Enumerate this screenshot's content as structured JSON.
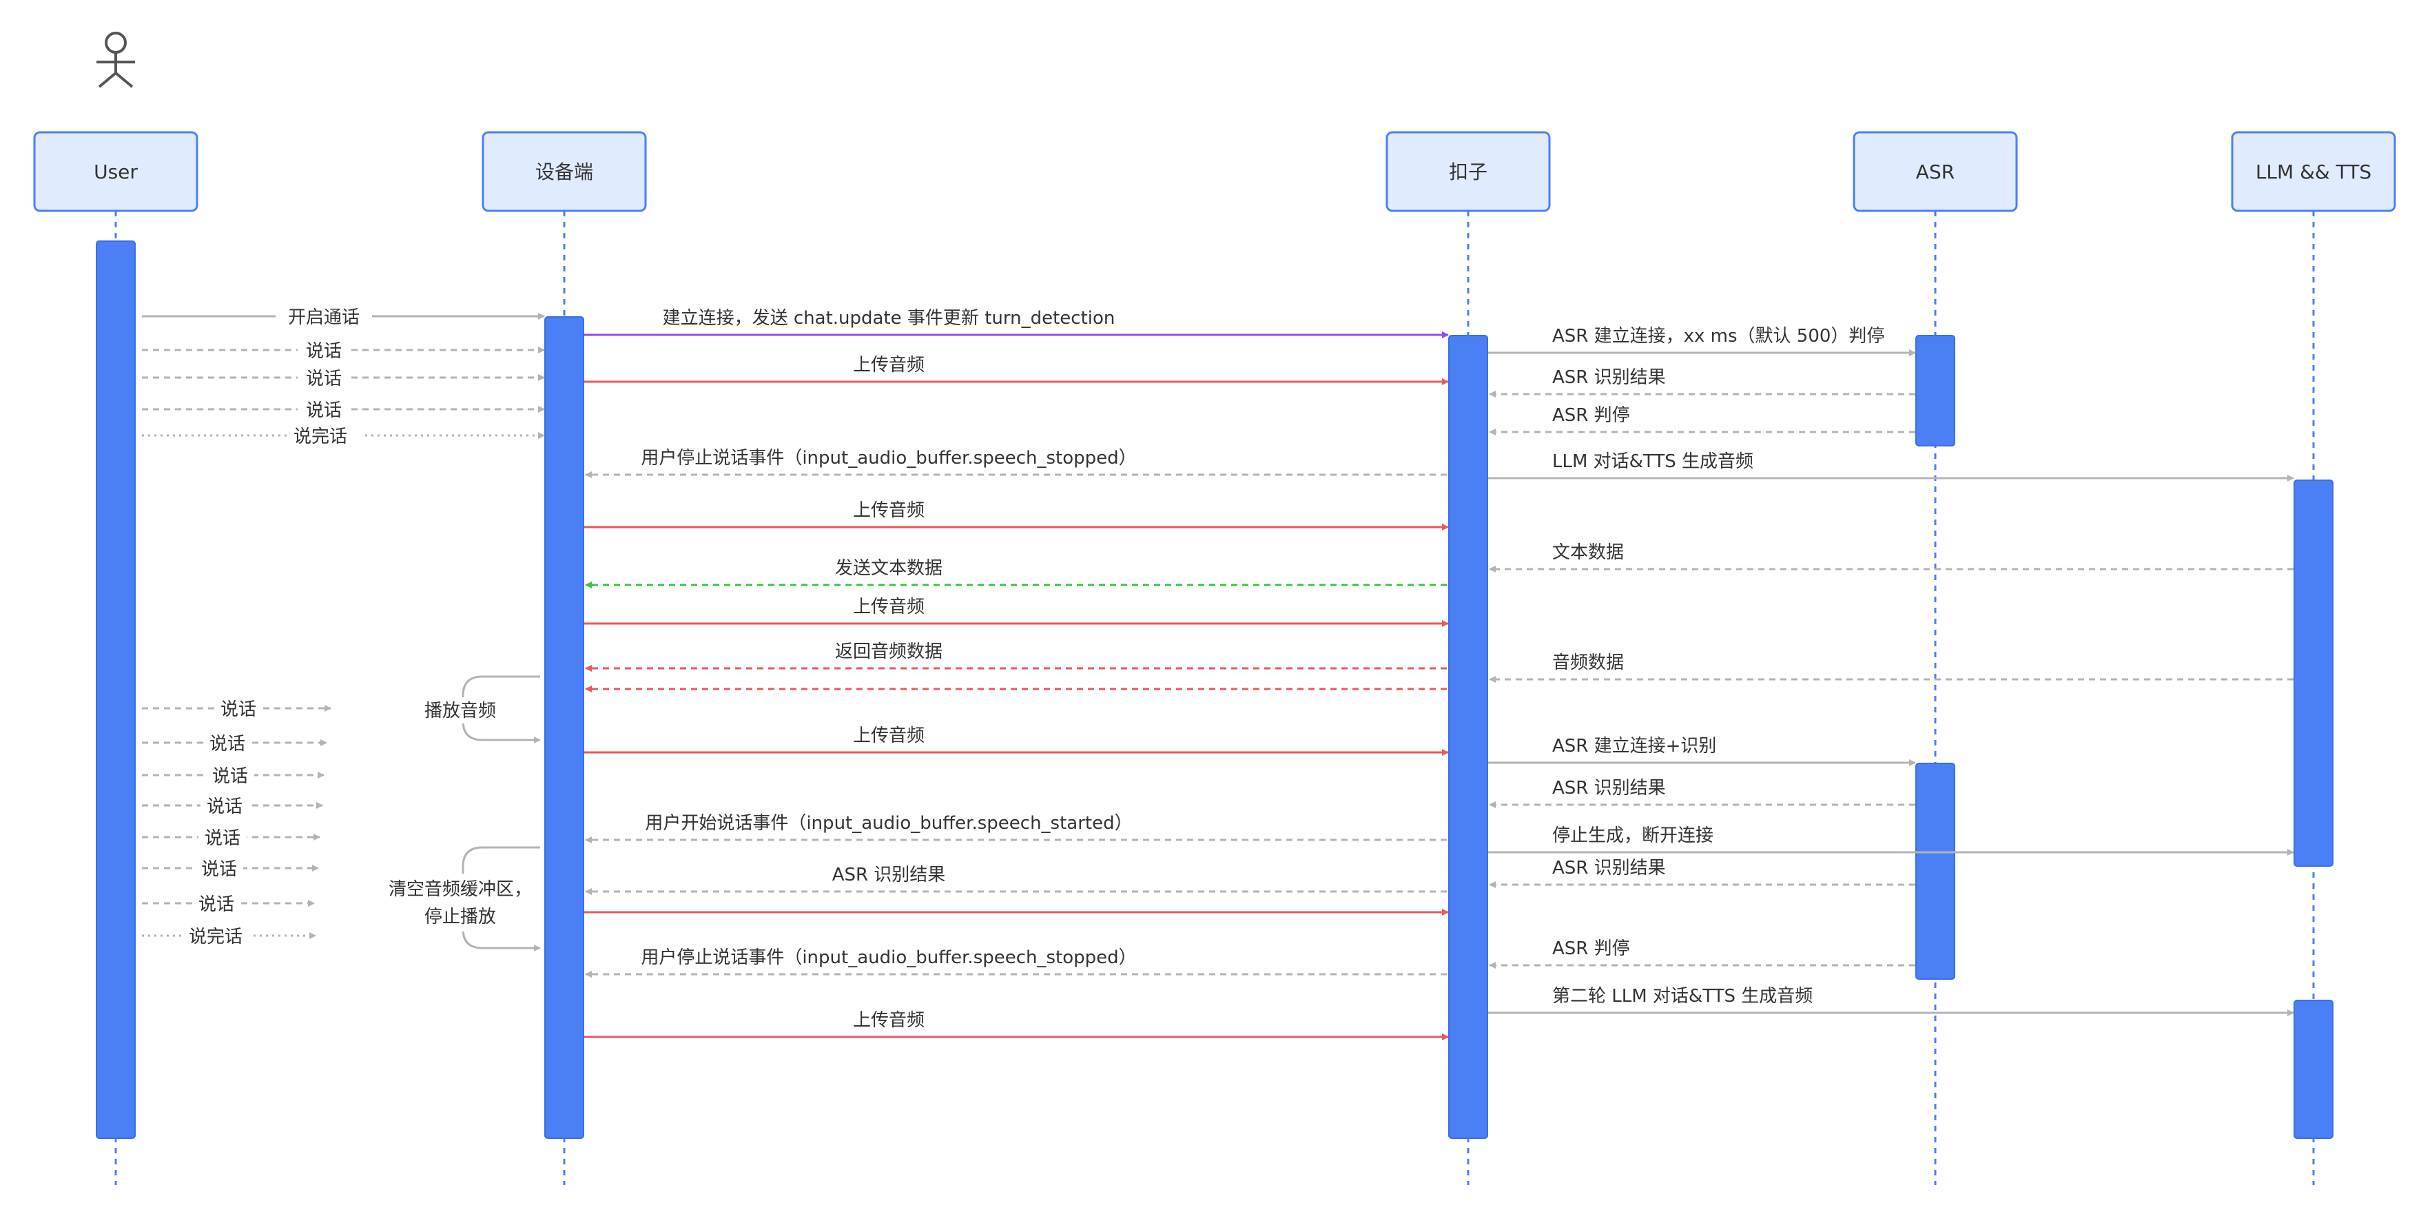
{
  "participants": [
    {
      "key": "user",
      "label": "User"
    },
    {
      "key": "device",
      "label": "设备端"
    },
    {
      "key": "kouzi",
      "label": "扣子"
    },
    {
      "key": "asr",
      "label": "ASR"
    },
    {
      "key": "llm",
      "label": "LLM && TTS"
    }
  ],
  "colors": {
    "box_fill": "#E1EBFE",
    "box_stroke": "#4A7FF6",
    "activation": "#4A7FF6",
    "lifeline": "#4A7FF6",
    "gray": "#B3B3B3",
    "red": "#E8585D",
    "purple": "#8E4CEB",
    "green": "#3CC43C",
    "text": "#333333"
  },
  "messages": [
    {
      "from": "user",
      "to": "device",
      "label": "开启通话",
      "style": "solid",
      "color": "gray"
    },
    {
      "from": "user",
      "to": "device",
      "label": "说话",
      "style": "dashed",
      "color": "gray"
    },
    {
      "from": "user",
      "to": "device",
      "label": "说话",
      "style": "dashed",
      "color": "gray"
    },
    {
      "from": "user",
      "to": "device",
      "label": "说话",
      "style": "dashed",
      "color": "gray"
    },
    {
      "from": "user",
      "to": "device",
      "label": "说完话",
      "style": "dotted",
      "color": "gray"
    },
    {
      "from": "device",
      "to": "kouzi",
      "label": "建立连接，发送 chat.update 事件更新 turn_detection",
      "style": "solid",
      "color": "purple"
    },
    {
      "from": "device",
      "to": "kouzi",
      "label": "上传音频",
      "style": "solid",
      "color": "red"
    },
    {
      "from": "kouzi",
      "to": "device",
      "label": "用户停止说话事件（input_audio_buffer.speech_stopped）",
      "style": "dashed",
      "color": "gray"
    },
    {
      "from": "device",
      "to": "kouzi",
      "label": "上传音频",
      "style": "solid",
      "color": "red"
    },
    {
      "from": "kouzi",
      "to": "device",
      "label": "发送文本数据",
      "style": "dashed",
      "color": "green"
    },
    {
      "from": "device",
      "to": "kouzi",
      "label": "上传音频",
      "style": "solid",
      "color": "red"
    },
    {
      "from": "kouzi",
      "to": "device",
      "label": "返回音频数据",
      "style": "dashed",
      "color": "red"
    },
    {
      "from": "kouzi",
      "to": "device",
      "label": "",
      "style": "dashed",
      "color": "red"
    },
    {
      "from": "device",
      "to": "kouzi",
      "label": "上传音频",
      "style": "solid",
      "color": "red"
    },
    {
      "from": "kouzi",
      "to": "device",
      "label": "用户开始说话事件（input_audio_buffer.speech_started）",
      "style": "dashed",
      "color": "gray"
    },
    {
      "from": "kouzi",
      "to": "device",
      "label": "ASR 识别结果",
      "style": "dashed",
      "color": "gray"
    },
    {
      "from": "device",
      "to": "kouzi",
      "label": "",
      "style": "solid",
      "color": "red"
    },
    {
      "from": "kouzi",
      "to": "device",
      "label": "用户停止说话事件（input_audio_buffer.speech_stopped）",
      "style": "dashed",
      "color": "gray"
    },
    {
      "from": "device",
      "to": "kouzi",
      "label": "上传音频",
      "style": "solid",
      "color": "red"
    },
    {
      "from": "kouzi",
      "to": "asr",
      "label": "ASR 建立连接，xx ms（默认 500）判停",
      "style": "solid",
      "color": "gray"
    },
    {
      "from": "asr",
      "to": "kouzi",
      "label": "ASR 识别结果",
      "style": "dashed",
      "color": "gray"
    },
    {
      "from": "asr",
      "to": "kouzi",
      "label": "ASR 判停",
      "style": "dashed",
      "color": "gray"
    },
    {
      "from": "kouzi",
      "to": "llm",
      "label": "LLM 对话&TTS 生成音频",
      "style": "solid",
      "color": "gray"
    },
    {
      "from": "llm",
      "to": "kouzi",
      "label": "文本数据",
      "style": "dashed",
      "color": "gray"
    },
    {
      "from": "llm",
      "to": "kouzi",
      "label": "音频数据",
      "style": "dashed",
      "color": "gray"
    },
    {
      "from": "kouzi",
      "to": "asr",
      "label": "ASR 建立连接+识别",
      "style": "solid",
      "color": "gray"
    },
    {
      "from": "asr",
      "to": "kouzi",
      "label": "ASR 识别结果",
      "style": "dashed",
      "color": "gray"
    },
    {
      "from": "kouzi",
      "to": "llm",
      "label": "停止生成，断开连接",
      "style": "solid",
      "color": "gray"
    },
    {
      "from": "asr",
      "to": "kouzi",
      "label": "ASR 识别结果",
      "style": "dashed",
      "color": "gray"
    },
    {
      "from": "asr",
      "to": "kouzi",
      "label": "ASR 判停",
      "style": "dashed",
      "color": "gray"
    },
    {
      "from": "kouzi",
      "to": "llm",
      "label": "第二轮 LLM 对话&TTS 生成音频",
      "style": "solid",
      "color": "gray"
    },
    {
      "from": "user",
      "to": "",
      "label": "说话",
      "style": "dashed",
      "color": "gray"
    },
    {
      "from": "user",
      "to": "",
      "label": "说话",
      "style": "dashed",
      "color": "gray"
    },
    {
      "from": "user",
      "to": "",
      "label": "说话",
      "style": "dashed",
      "color": "gray"
    },
    {
      "from": "user",
      "to": "",
      "label": "说话",
      "style": "dashed",
      "color": "gray"
    },
    {
      "from": "user",
      "to": "",
      "label": "说话",
      "style": "dashed",
      "color": "gray"
    },
    {
      "from": "user",
      "to": "",
      "label": "说话",
      "style": "dashed",
      "color": "gray"
    },
    {
      "from": "user",
      "to": "",
      "label": "说话",
      "style": "dashed",
      "color": "gray"
    },
    {
      "from": "user",
      "to": "",
      "label": "说完话",
      "style": "dotted",
      "color": "gray"
    }
  ],
  "self_notes": [
    {
      "participant": "device",
      "lines": [
        "播放音频"
      ]
    },
    {
      "participant": "device",
      "lines": [
        "清空音频缓冲区，",
        "停止播放"
      ]
    }
  ]
}
